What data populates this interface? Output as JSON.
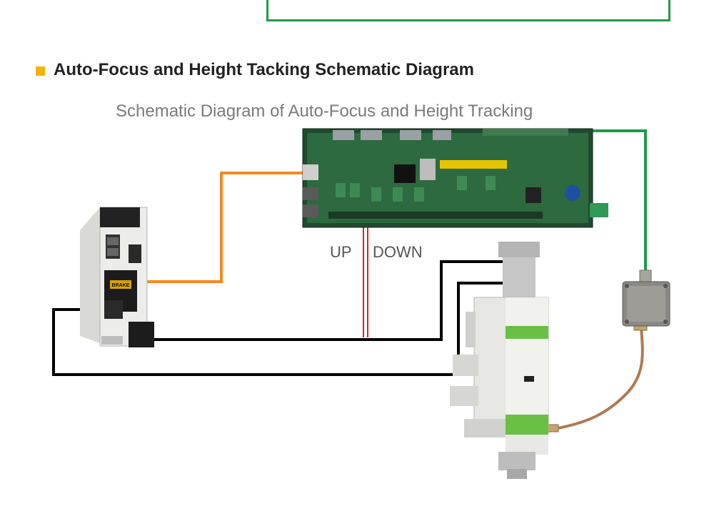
{
  "section": {
    "title": "Auto-Focus and Height Tacking Schematic Diagram",
    "bullet_color": "#f5b400"
  },
  "diagram": {
    "subtitle": "Schematic Diagram of Auto-Focus and Height Tracking",
    "labels": {
      "up": "UP",
      "down": "DOWN",
      "brake": "BRAKE"
    },
    "components": {
      "servo_drive": "servo-drive",
      "control_board": "control-board",
      "amplifier": "signal-amplifier",
      "cutting_head": "laser-cutting-head"
    },
    "wire_colors": {
      "orange": "#f5891f",
      "green": "#1f9a4b",
      "black": "#000000",
      "red": "#e02020",
      "coax": "#b07a52"
    }
  }
}
